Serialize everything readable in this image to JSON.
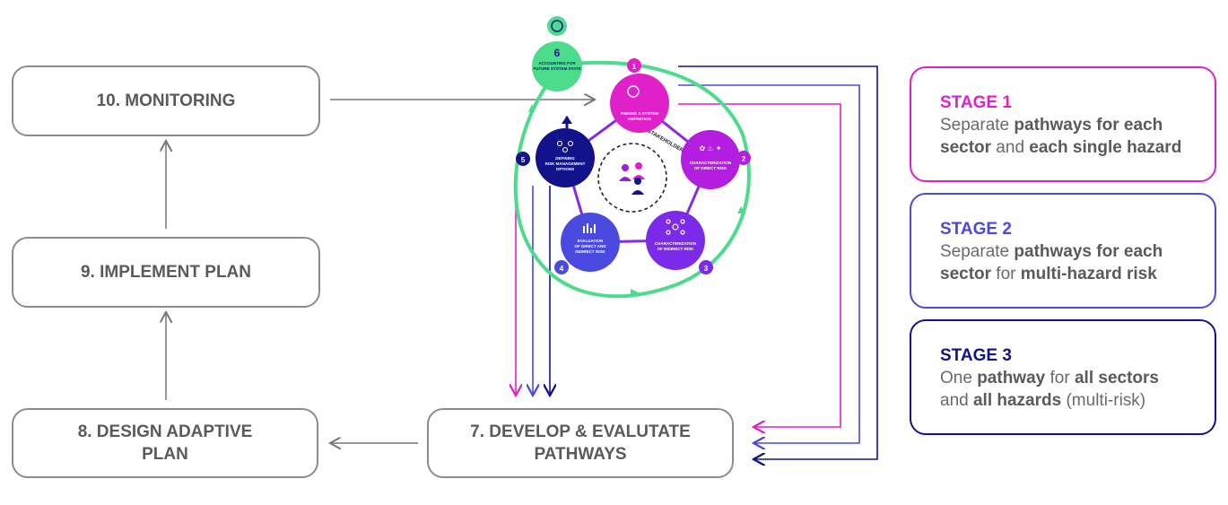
{
  "flow": {
    "monitoring": "10. MONITORING",
    "implement": "9. IMPLEMENT PLAN",
    "design_line1": "8. DESIGN ADAPTIVE",
    "design_line2": "PLAN",
    "develop_line1": "7. DEVELOP & EVALUTATE",
    "develop_line2": "PATHWAYS"
  },
  "cycle": {
    "center_label": "STAKEHOLDER INVOLVEMENT",
    "steps": [
      {
        "num": "1",
        "line1": "FINDING A SYSTEM",
        "line2": "DEFINITION",
        "line3": ""
      },
      {
        "num": "2",
        "line1": "CHARACTERIZATION",
        "line2": "OF DIRECT RISK",
        "line3": ""
      },
      {
        "num": "3",
        "line1": "CHARACTERIZATION",
        "line2": "OF INDIRECT RISK",
        "line3": ""
      },
      {
        "num": "4",
        "line1": "EVALUATION",
        "line2": "OF DIRECT AND",
        "line3": "INDIRECT RISK"
      },
      {
        "num": "5",
        "line1": "DEFINING",
        "line2": "RISK MANAGEMENT",
        "line3": "OPTIONS"
      },
      {
        "num": "6",
        "line1": "ACCOUNTING FOR",
        "line2": "FUTURE SYSTEM STATE",
        "line3": ""
      }
    ]
  },
  "stages": [
    {
      "title": "STAGE 1",
      "color": "#e020c8",
      "line1_a": "Separate ",
      "line1_b": "pathways for each",
      "line2_a": "sector",
      "line2_b": " and ",
      "line2_c": "each single hazard",
      "line2_d": ""
    },
    {
      "title": "STAGE 2",
      "color": "#4a4ae0",
      "line1_a": "Separate ",
      "line1_b": "pathways for each",
      "line2_a": "sector",
      "line2_b": " for ",
      "line2_c": "multi-hazard risk",
      "line2_d": ""
    },
    {
      "title": "STAGE 3",
      "color": "#12128a",
      "line1_a": "One ",
      "line1_b": "pathway",
      "line1_c": " for ",
      "line1_d": "all sectors",
      "line2_a": "and ",
      "line2_b": "all hazards",
      "line2_c": " (multi-risk)"
    }
  ],
  "colors": {
    "green": "#4ddc8c",
    "magenta": "#e020c8",
    "purple": "#9a1ee0",
    "violet": "#7a2ae8",
    "blue": "#4a4ae0",
    "navy": "#12128a"
  }
}
